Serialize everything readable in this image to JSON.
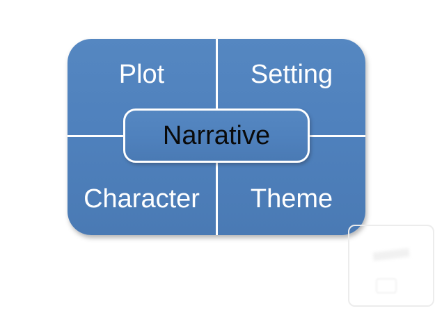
{
  "diagram": {
    "type": "quadrant-with-center",
    "center": {
      "label": "Narrative"
    },
    "quadrants": [
      {
        "position": "top-left",
        "label": "Plot"
      },
      {
        "position": "top-right",
        "label": "Setting"
      },
      {
        "position": "bottom-left",
        "label": "Character"
      },
      {
        "position": "bottom-right",
        "label": "Theme"
      }
    ],
    "colors": {
      "shape_fill": "#4f81bd",
      "divider": "#ffffff",
      "quadrant_text": "#ffffff",
      "center_text": "#000000",
      "center_border": "#ffffff",
      "background": "#ffffff",
      "ghost_artifact": "#ececec"
    }
  }
}
